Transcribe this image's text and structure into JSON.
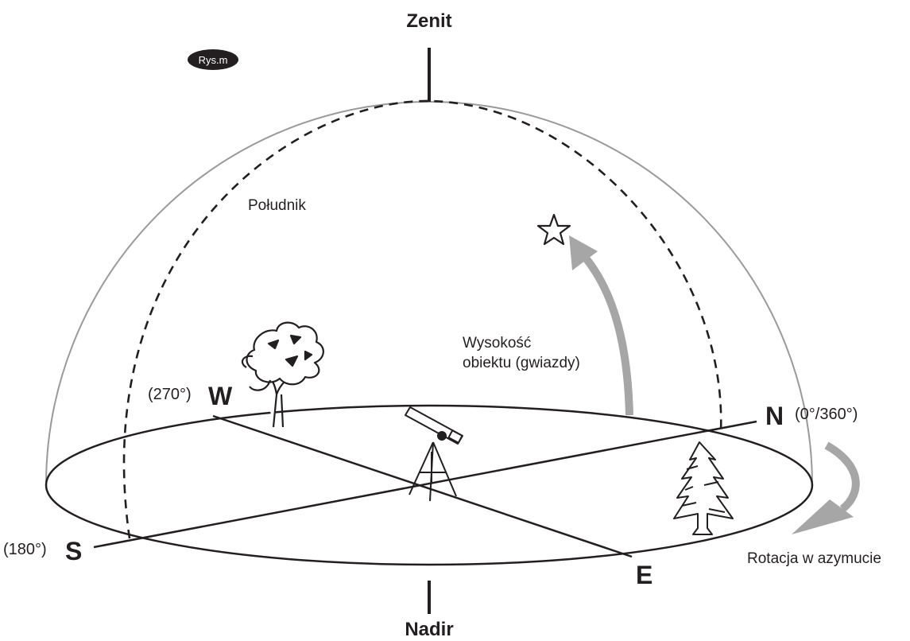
{
  "badge": {
    "text": "Rys.m"
  },
  "labels": {
    "zenith": "Zenit",
    "nadir": "Nadir",
    "meridian": "Południk",
    "altitude_line1": "Wysokość",
    "altitude_line2": "obiektu (gwiazdy)",
    "azimuth_rotation": "Rotacja w azymucie"
  },
  "directions": {
    "north": {
      "letter": "N",
      "degrees": "(0°/360°)"
    },
    "east": {
      "letter": "E"
    },
    "south": {
      "letter": "S",
      "degrees": "(180°)"
    },
    "west": {
      "letter": "W",
      "degrees": "(270°)"
    }
  },
  "colors": {
    "line": "#231f20",
    "dome": "#9a9a9a",
    "arrow": "#a6a6a6",
    "badge_bg": "#231f20",
    "badge_text": "#ffffff"
  },
  "icons": [
    "star-icon",
    "deciduous-tree-icon",
    "conifer-tree-icon",
    "telescope-icon"
  ]
}
